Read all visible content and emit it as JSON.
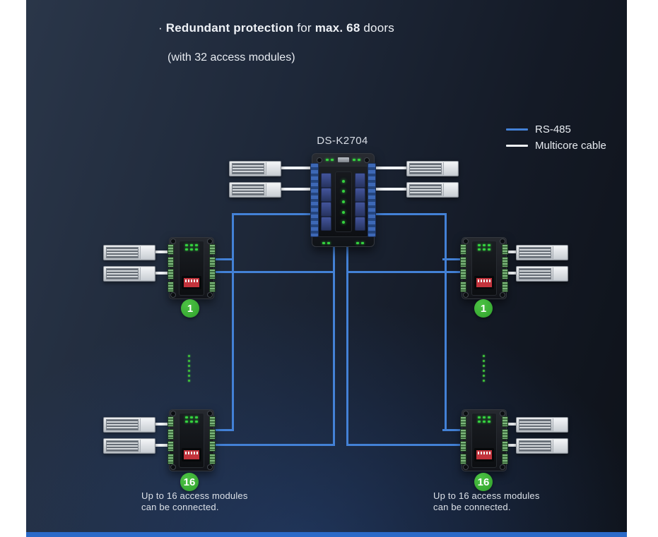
{
  "header": {
    "bullet": "· ",
    "title_bold_1": "Redundant protection",
    "title_regular_1": " for ",
    "title_bold_2": "max. 68",
    "title_regular_2": " doors",
    "subtitle": "(with 32 access modules)"
  },
  "legend": {
    "rs485_label": "RS-485",
    "multicore_label": "Multicore cable"
  },
  "controller": {
    "model_label": "DS-K2704"
  },
  "modules": {
    "first_badge": "1",
    "last_badge": "16"
  },
  "notes": {
    "line1": "Up to 16 access modules",
    "line2": "can be connected."
  },
  "colors": {
    "rs485_line": "#4381d6",
    "multicore_line": "#f0f3f6",
    "badge_green": "#31a22c",
    "led_green": "#35d23f",
    "dip_red": "#c2333c",
    "bottom_bar": "#2b6ac8"
  }
}
